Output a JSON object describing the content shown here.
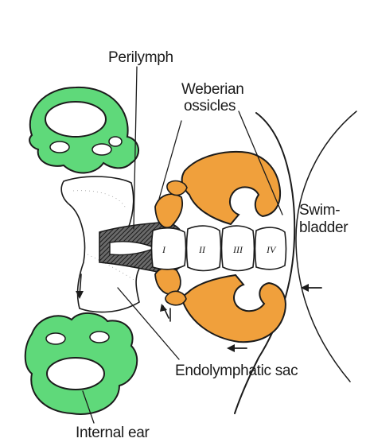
{
  "colors": {
    "inner_ear": "#5fd97a",
    "orange_bone": "#f0a03c",
    "hatched_duct": "#3a3a3a",
    "outline": "#1b1b1b"
  },
  "labels": {
    "perilymph": "Perilymph",
    "weberian": "Weberian",
    "ossicles": "ossicles",
    "swim": "Swim-",
    "bladder": "bladder",
    "endolymphatic_sac": "Endolymphatic sac",
    "internal_ear": "Internal ear"
  },
  "vertebrae": [
    "I",
    "II",
    "III",
    "IV"
  ]
}
